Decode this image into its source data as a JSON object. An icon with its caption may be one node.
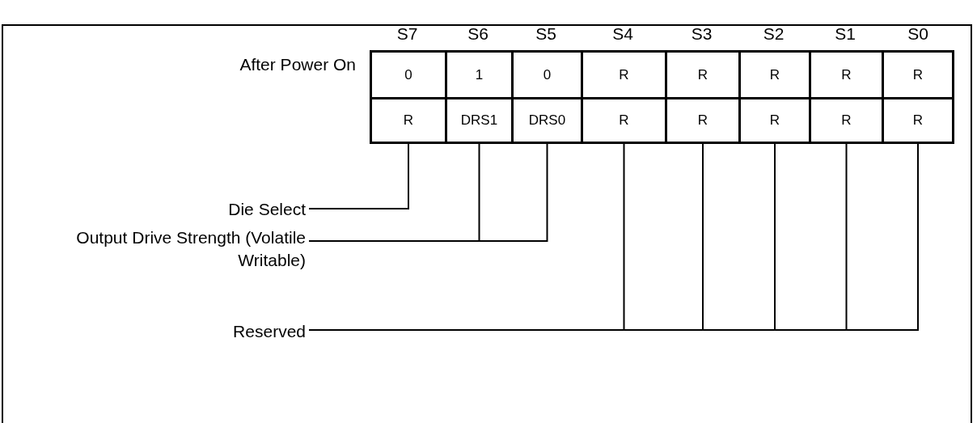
{
  "diagram": {
    "nodes": [
      {
        "text": [
          "0"
        ]
      },
      {
        "text": [
          "1"
        ]
      },
      {
        "text": [
          "0"
        ]
      },
      {
        "text": [
          "R"
        ]
      },
      {
        "text": [
          "R"
        ]
      },
      {
        "text": [
          "R"
        ]
      },
      {
        "text": [
          "R"
        ]
      },
      {
        "text": [
          "R"
        ]
      },
      {
        "text": [
          "R"
        ]
      },
      {
        "text": [
          "DRS1"
        ]
      },
      {
        "text": [
          "DRS0"
        ]
      },
      {
        "text": [
          "R"
        ]
      },
      {
        "text": [
          "R"
        ]
      },
      {
        "text": [
          "R"
        ]
      },
      {
        "text": [
          "R"
        ]
      },
      {
        "text": [
          "R"
        ]
      },
      {
        "text": [
          "Die Select"
        ]
      },
      {
        "text": [
          "Output Drive Strength (Volatile Writable)"
        ]
      },
      {
        "text": [
          "Reserved"
        ]
      }
    ],
    "edges": [
      {
        "from": 16,
        "to": 8,
        "arrow": "none"
      },
      {
        "from": 17,
        "to": 9,
        "arrow": "none"
      },
      {
        "from": 17,
        "to": 10,
        "arrow": "none"
      },
      {
        "from": 18,
        "to": 11,
        "arrow": "none"
      },
      {
        "from": 18,
        "to": 12,
        "arrow": "none"
      },
      {
        "from": 18,
        "to": 13,
        "arrow": "none"
      },
      {
        "from": 18,
        "to": 14,
        "arrow": "none"
      },
      {
        "from": 18,
        "to": 15,
        "arrow": "none"
      }
    ],
    "labels": [
      "S7",
      "S6",
      "S5",
      "S4",
      "S3",
      "S2",
      "S1",
      "S0",
      "After Power On"
    ]
  }
}
